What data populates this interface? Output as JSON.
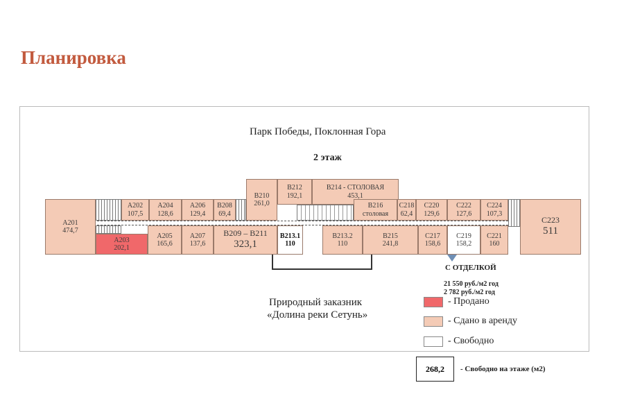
{
  "title": "Планировка",
  "plan": {
    "top_caption": "Парк Победы, Поклонная Гора",
    "floor": "2 этаж",
    "bottom_caption_1": "Природный заказник",
    "bottom_caption_2": "«Долина реки Сетунь»",
    "finish_note": "С ОТДЕЛКОЙ",
    "price_1": "21 550 руб./м2 год",
    "price_2": "2 782 руб./м2 год",
    "units": [
      {
        "id": "A201",
        "area": "474,7",
        "status": "rented"
      },
      {
        "id": "A202",
        "area": "107,5",
        "status": "rented"
      },
      {
        "id": "A204",
        "area": "128,6",
        "status": "rented"
      },
      {
        "id": "A206",
        "area": "129,4",
        "status": "rented"
      },
      {
        "id": "B208",
        "area": "69,4",
        "status": "rented"
      },
      {
        "id": "B210",
        "area": "261,0",
        "status": "rented"
      },
      {
        "id": "B212",
        "area": "192,1",
        "status": "rented"
      },
      {
        "id": "B214 - СТОЛОВАЯ",
        "area": "453,1",
        "status": "rented"
      },
      {
        "id": "B216",
        "area": "столовая",
        "status": "rented"
      },
      {
        "id": "C218",
        "area": "62,4",
        "status": "rented"
      },
      {
        "id": "C220",
        "area": "129,6",
        "status": "rented"
      },
      {
        "id": "C222",
        "area": "127,6",
        "status": "rented"
      },
      {
        "id": "C224",
        "area": "107,3",
        "status": "rented"
      },
      {
        "id": "A203",
        "area": "202,1",
        "status": "sold"
      },
      {
        "id": "A205",
        "area": "165,6",
        "status": "rented"
      },
      {
        "id": "A207",
        "area": "137,6",
        "status": "rented"
      },
      {
        "id": "B209 – B211",
        "area": "323,1",
        "status": "rented"
      },
      {
        "id": "B213.1",
        "area": "110",
        "status": "free"
      },
      {
        "id": "B213.2",
        "area": "110",
        "status": "rented"
      },
      {
        "id": "B215",
        "area": "241,8",
        "status": "rented"
      },
      {
        "id": "C217",
        "area": "158,6",
        "status": "rented"
      },
      {
        "id": "C219",
        "area": "158,2",
        "status": "free"
      },
      {
        "id": "C221",
        "area": "160",
        "status": "rented"
      },
      {
        "id": "C223",
        "area": "511",
        "status": "rented"
      }
    ]
  },
  "legend": {
    "sold": "- Продано",
    "rented": "- Сдано в аренду",
    "free": "- Свободно",
    "sold_color": "#f0686a",
    "rented_color": "#f4cbb6",
    "free_color": "#ffffff"
  },
  "summary": {
    "value": "268,2",
    "label": "- Свободно на этаже (м2)"
  }
}
